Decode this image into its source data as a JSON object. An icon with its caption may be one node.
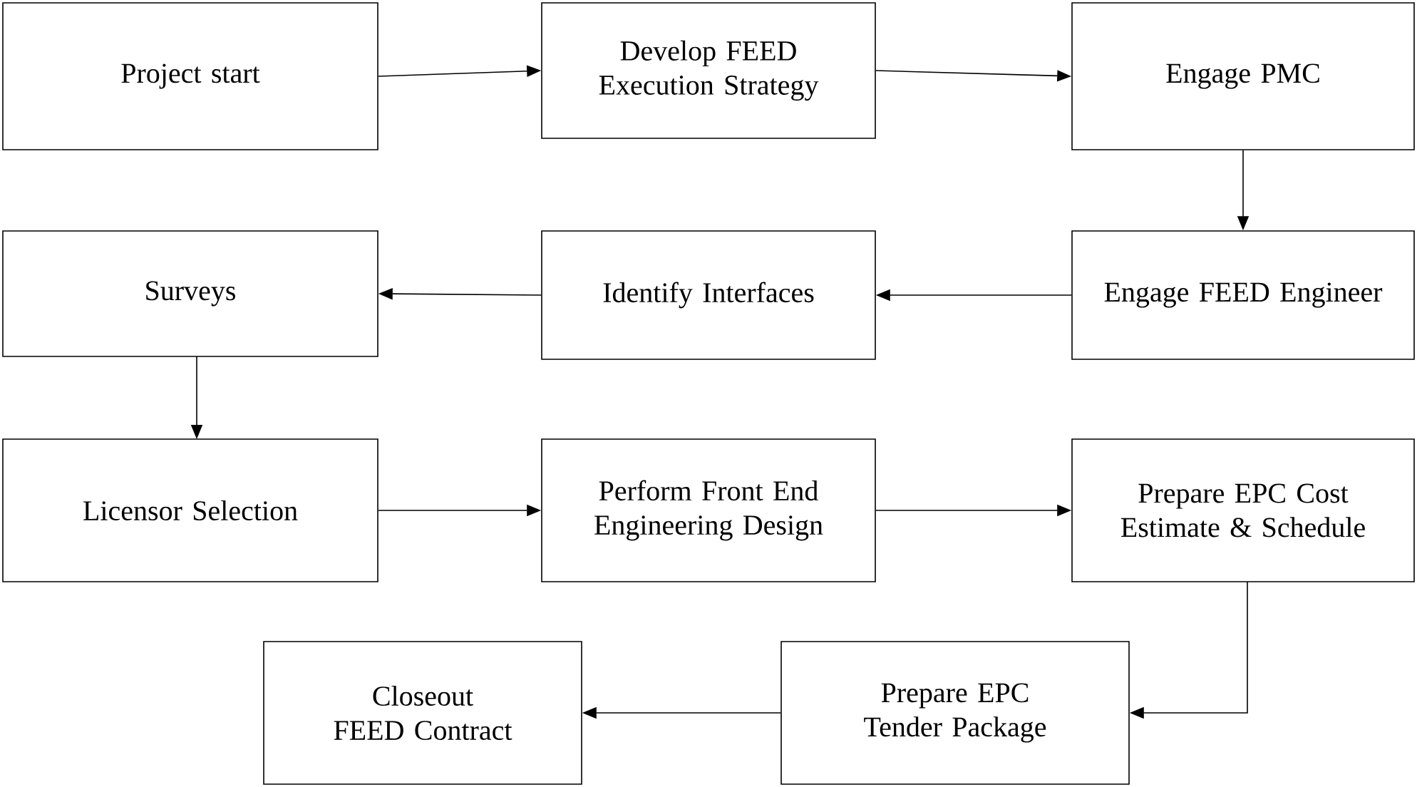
{
  "diagram": {
    "nodes": [
      {
        "text": [
          "Project start"
        ]
      },
      {
        "text": [
          "Develop FEED Execution Strategy"
        ]
      },
      {
        "text": [
          "Engage PMC"
        ]
      },
      {
        "text": [
          "Engage FEED Engineer"
        ]
      },
      {
        "text": [
          "Identify Interfaces"
        ]
      },
      {
        "text": [
          "Surveys"
        ]
      },
      {
        "text": [
          "Licensor Selection"
        ]
      },
      {
        "text": [
          "Perform Front End Engineering Design"
        ]
      },
      {
        "text": [
          "Prepare EPC Cost Estimate & Schedule"
        ]
      },
      {
        "text": [
          "Prepare EPC Tender Package"
        ]
      },
      {
        "text": [
          "Closeout FEED Contract"
        ]
      }
    ],
    "edges": [
      {
        "from": 0,
        "to": 1,
        "arrow": "to"
      },
      {
        "from": 1,
        "to": 2,
        "arrow": "to"
      },
      {
        "from": 2,
        "to": 3,
        "arrow": "to"
      },
      {
        "from": 3,
        "to": 4,
        "arrow": "to"
      },
      {
        "from": 4,
        "to": 5,
        "arrow": "to"
      },
      {
        "from": 5,
        "to": 6,
        "arrow": "to"
      },
      {
        "from": 6,
        "to": 7,
        "arrow": "to"
      },
      {
        "from": 7,
        "to": 8,
        "arrow": "to"
      },
      {
        "from": 8,
        "to": 9,
        "arrow": "to"
      },
      {
        "from": 9,
        "to": 10,
        "arrow": "to"
      }
    ]
  }
}
